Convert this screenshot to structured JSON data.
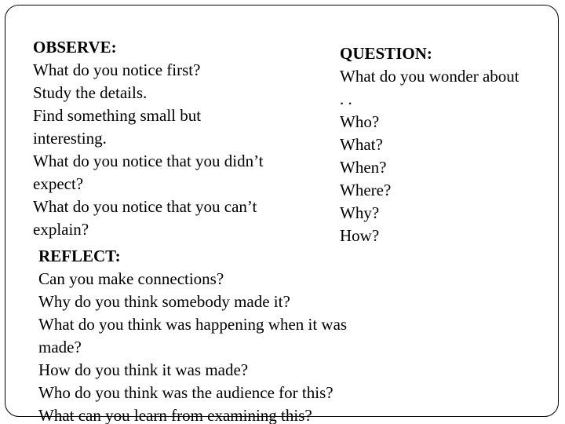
{
  "observe": {
    "heading": "OBSERVE:",
    "lines": [
      "What do you notice first?",
      "Study the details.",
      "Find something small but",
      "interesting.",
      "What do you notice that you didn’t",
      "expect?",
      "What do you notice that you can’t",
      "explain?"
    ]
  },
  "question": {
    "heading": "QUESTION:",
    "lines": [
      "What do you wonder about",
      ". .",
      "Who?",
      "What?",
      "When?",
      "Where?",
      "Why?",
      "How?"
    ]
  },
  "reflect": {
    "heading": "REFLECT:",
    "lines": [
      "Can you make connections?",
      "Why do you think somebody made it?",
      "What do you think was happening when it was",
      "made?",
      "How do you think it was made?",
      "Who do you think was the audience for this?",
      "What can you learn from examining this?"
    ]
  }
}
